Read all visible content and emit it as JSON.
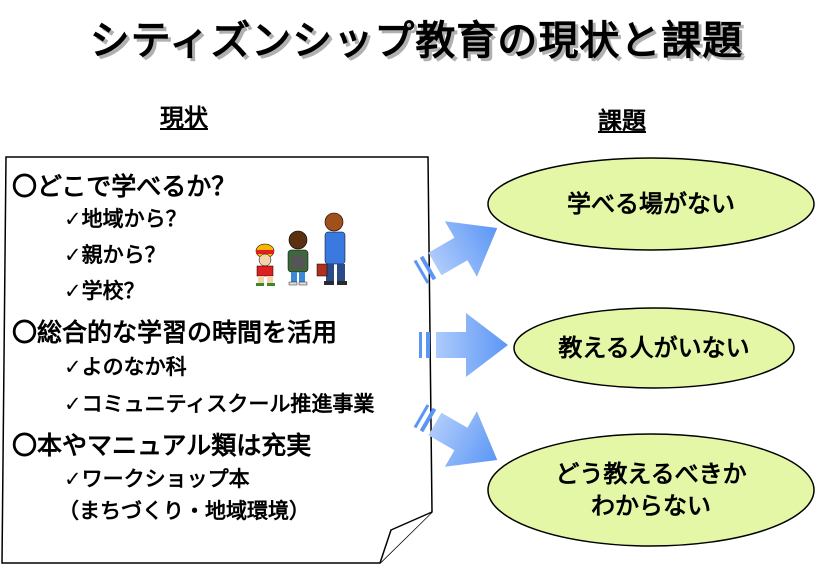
{
  "title": "シティズンシップ教育の現状と課題",
  "headings": {
    "current": "現状",
    "issues": "課題"
  },
  "current_state": [
    {
      "label": "〇どこで学べるか？",
      "items": [
        "✓地域から？",
        "✓親から？",
        "✓学校？"
      ]
    },
    {
      "label": "〇総合的な学習の時間を活用",
      "items": [
        "✓よのなか科",
        "✓コミュニティスクール推進事業"
      ]
    },
    {
      "label": "〇本やマニュアル類は充実",
      "items": [
        "✓ワークショップ本",
        "（まちづくり・地域環境）"
      ]
    }
  ],
  "issues": [
    {
      "line1": "学べる場がない",
      "line2": ""
    },
    {
      "line1": "教える人がいない",
      "line2": ""
    },
    {
      "line1": "どう教えるべきか",
      "line2": "わからない"
    }
  ],
  "colors": {
    "oval_fill": "#e4f7a6",
    "arrow_fill": "#5b96f5",
    "title_shadow": "#b0b0b0"
  },
  "decoration": "three-children-illustration"
}
